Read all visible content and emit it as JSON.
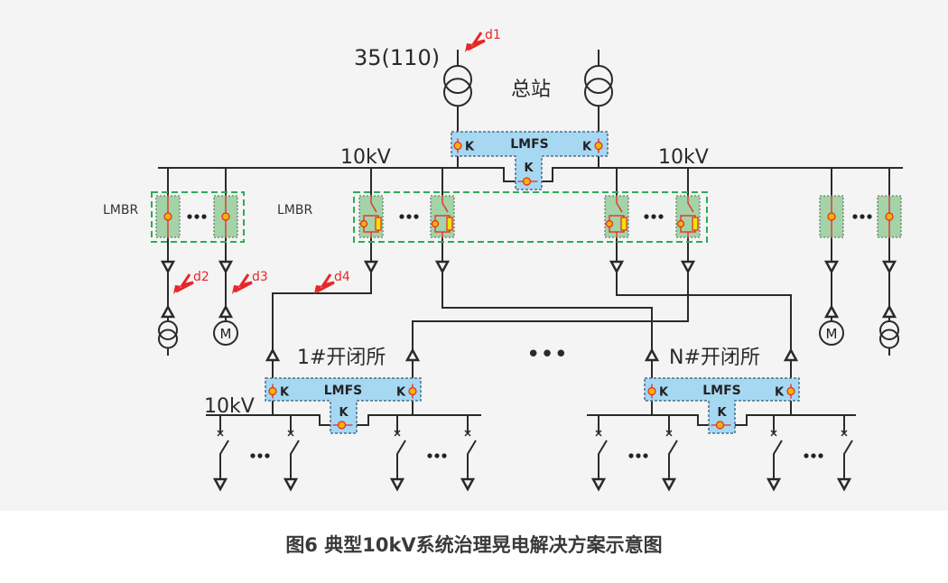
{
  "labels": {
    "voltage_in": "35(110)",
    "main_station": "总站",
    "bus_left": "10kV",
    "bus_right": "10kV",
    "bus_sub1": "10kV",
    "lmbr_left": "LMBR",
    "lmbr_mid": "LMBR",
    "lmfs_main": "LMFS",
    "lmfs_sub1": "LMFS",
    "lmfs_subN": "LMFS",
    "k": "K",
    "sub1": "1#开闭所",
    "subN": "N#开闭所",
    "motor": "M",
    "d1": "d1",
    "d2": "d2",
    "d3": "d3",
    "d4": "d4",
    "ellipsis": "•••"
  },
  "caption": "图6 典型10kV系统治理晃电解决方案示意图",
  "colors": {
    "line": "#2a2a2a",
    "lmfs_fill": "#a6d8f2",
    "lmbr_fill": "#a3d3a6",
    "lmbr_outline": "#2faa55",
    "fault": "#e8262a",
    "switch": "#f4b400"
  }
}
